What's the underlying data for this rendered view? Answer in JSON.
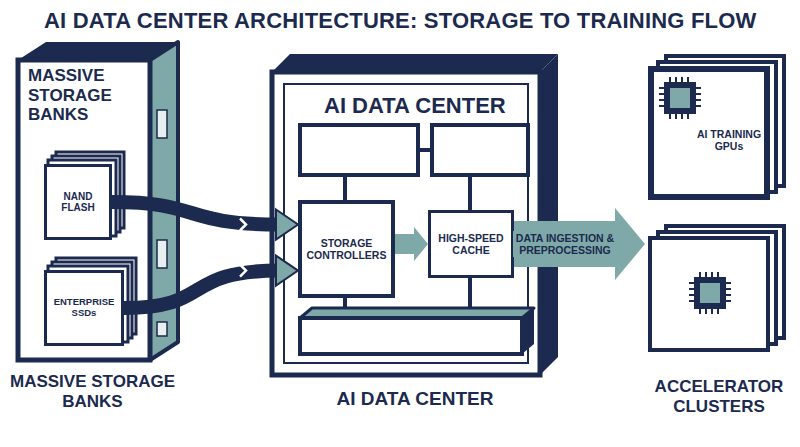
{
  "diagram": {
    "title": "AI DATA CENTER ARCHITECTURE: STORAGE TO TRAINING FLOW",
    "nodes": [
      {
        "text": [
          "MASSIVE STORAGE BANKS",
          "MASSIVE STORAGE BANKS"
        ]
      },
      {
        "text": [
          "NAND FLASH"
        ],
        "in": 0
      },
      {
        "text": [
          "ENTERPRISE SSDs"
        ],
        "in": 0
      },
      {
        "text": [
          "AI DATA CENTER",
          "AI DATA CENTER"
        ]
      },
      {
        "text": [
          "STORAGE CONTROLLERS"
        ],
        "in": 3
      },
      {
        "text": [
          "HIGH-SPEED CACHE"
        ],
        "in": 3
      },
      {
        "text": [
          "ACCELERATOR CLUSTERS"
        ]
      },
      {
        "text": [
          "AI TRAINING GPUs"
        ],
        "in": 6
      }
    ],
    "edges": [
      {
        "from": 1,
        "to": 4,
        "arrow": "to"
      },
      {
        "from": 2,
        "to": 4,
        "arrow": "to"
      },
      {
        "from": 4,
        "to": 5,
        "arrow": "to"
      },
      {
        "from": 5,
        "to": 6,
        "arrow": "to",
        "label": "DATA INGESTION & PREPROCESSING"
      }
    ]
  }
}
